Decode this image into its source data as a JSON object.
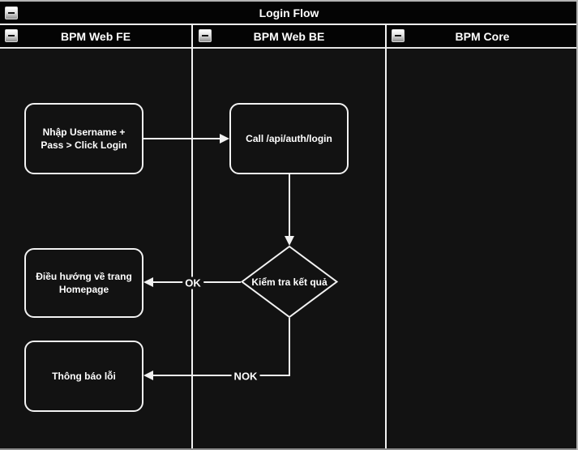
{
  "diagram": {
    "title": "Login Flow",
    "lanes": [
      {
        "label": "BPM Web FE"
      },
      {
        "label": "BPM Web BE"
      },
      {
        "label": "BPM Core"
      }
    ],
    "nodes": {
      "fe_login": {
        "label": "Nhập Username + Pass > Click Login",
        "shape": "rounded-rectangle"
      },
      "call_api": {
        "label": "Call /api/auth/login",
        "shape": "rounded-rectangle"
      },
      "check_result": {
        "label": "Kiểm tra kết quả",
        "shape": "decision-diamond"
      },
      "homepage": {
        "label": "Điều hướng về trang Homepage",
        "shape": "rounded-rectangle"
      },
      "error": {
        "label": "Thông báo lỗi",
        "shape": "rounded-rectangle"
      }
    },
    "edges": {
      "ok_label": "OK",
      "nok_label": "NOK"
    },
    "icons": {
      "collapse": "minus-icon"
    },
    "colors": {
      "lane_body_background": "#121212",
      "header_background": "#040404",
      "line": "#f2f2f2",
      "text": "#ffffff"
    }
  }
}
